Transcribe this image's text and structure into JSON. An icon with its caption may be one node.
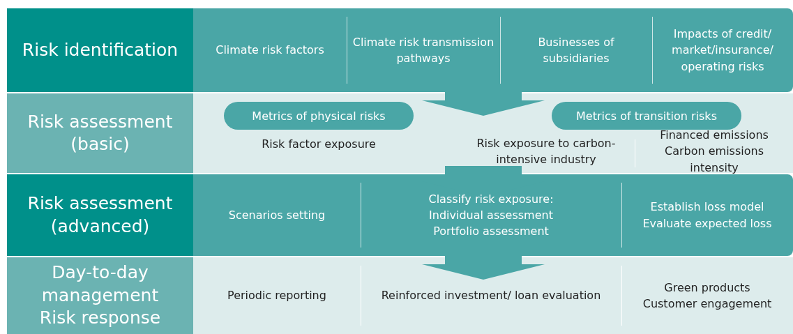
{
  "diagram": {
    "nodes": [
      {
        "text": [
          "Risk identification"
        ]
      },
      {
        "text": [],
        "shape": "box"
      },
      {
        "text": [
          "Climate risk factors"
        ],
        "in": 1
      },
      {
        "text": [
          "Climate risk transmission pathways"
        ],
        "in": 1
      },
      {
        "text": [
          "Businesses of subsidiaries"
        ],
        "in": 1
      },
      {
        "text": [
          "Impacts of credit/ market/insurance/ operating risks"
        ],
        "in": 1
      },
      {
        "text": [
          "Risk assessment (basic)"
        ]
      },
      {
        "text": [],
        "shape": "box"
      },
      {
        "text": [
          "Metrics of physical risks"
        ],
        "in": 7
      },
      {
        "text": [
          "Metrics of transition risks"
        ],
        "in": 7
      },
      {
        "text": [
          "Risk factor exposure"
        ],
        "in": 7
      },
      {
        "text": [
          "Risk exposure to carbon-intensive industry"
        ],
        "in": 7
      },
      {
        "text": [
          "Financed emissions",
          "Carbon emissions intensity"
        ],
        "in": 7
      },
      {
        "text": [
          "Risk assessment (advanced)"
        ]
      },
      {
        "text": [],
        "shape": "box"
      },
      {
        "text": [
          "Scenarios setting"
        ],
        "in": 14
      },
      {
        "text": [
          "Classify risk exposure:",
          "Individual assessment",
          "Portfolio assessment"
        ],
        "in": 14
      },
      {
        "text": [
          "Establish loss model",
          "Evaluate expected loss"
        ],
        "in": 14
      },
      {
        "text": [
          "Day-to-day management",
          "Risk response"
        ]
      },
      {
        "text": [],
        "shape": "box"
      },
      {
        "text": [
          "Periodic reporting"
        ],
        "in": 19
      },
      {
        "text": [
          "Reinforced investment/ loan evaluation"
        ],
        "in": 19
      },
      {
        "text": [
          "Green products",
          "Customer engagement"
        ],
        "in": 19
      }
    ],
    "edges": [
      {
        "from": 1,
        "to": 7,
        "arrow": "to"
      },
      {
        "from": 7,
        "to": 14,
        "arrow": "to"
      },
      {
        "from": 14,
        "to": 19,
        "arrow": "to"
      }
    ]
  }
}
